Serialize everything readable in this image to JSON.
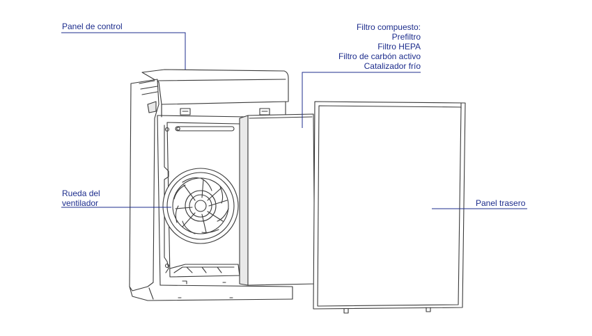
{
  "labels": {
    "control_panel": "Panel de control",
    "composite_filter": {
      "title": "Filtro compuesto:",
      "items": [
        "Prefiltro",
        "Filtro HEPA",
        "Filtro de carbón activo",
        "Catalizador frío"
      ]
    },
    "fan_wheel": [
      "Rueda del",
      "ventilador"
    ],
    "back_panel": "Panel trasero"
  },
  "colors": {
    "callout": "#1c2c8c",
    "drawing": "#3a3a3a",
    "shade": "#e9e9e9",
    "background": "#ffffff"
  }
}
